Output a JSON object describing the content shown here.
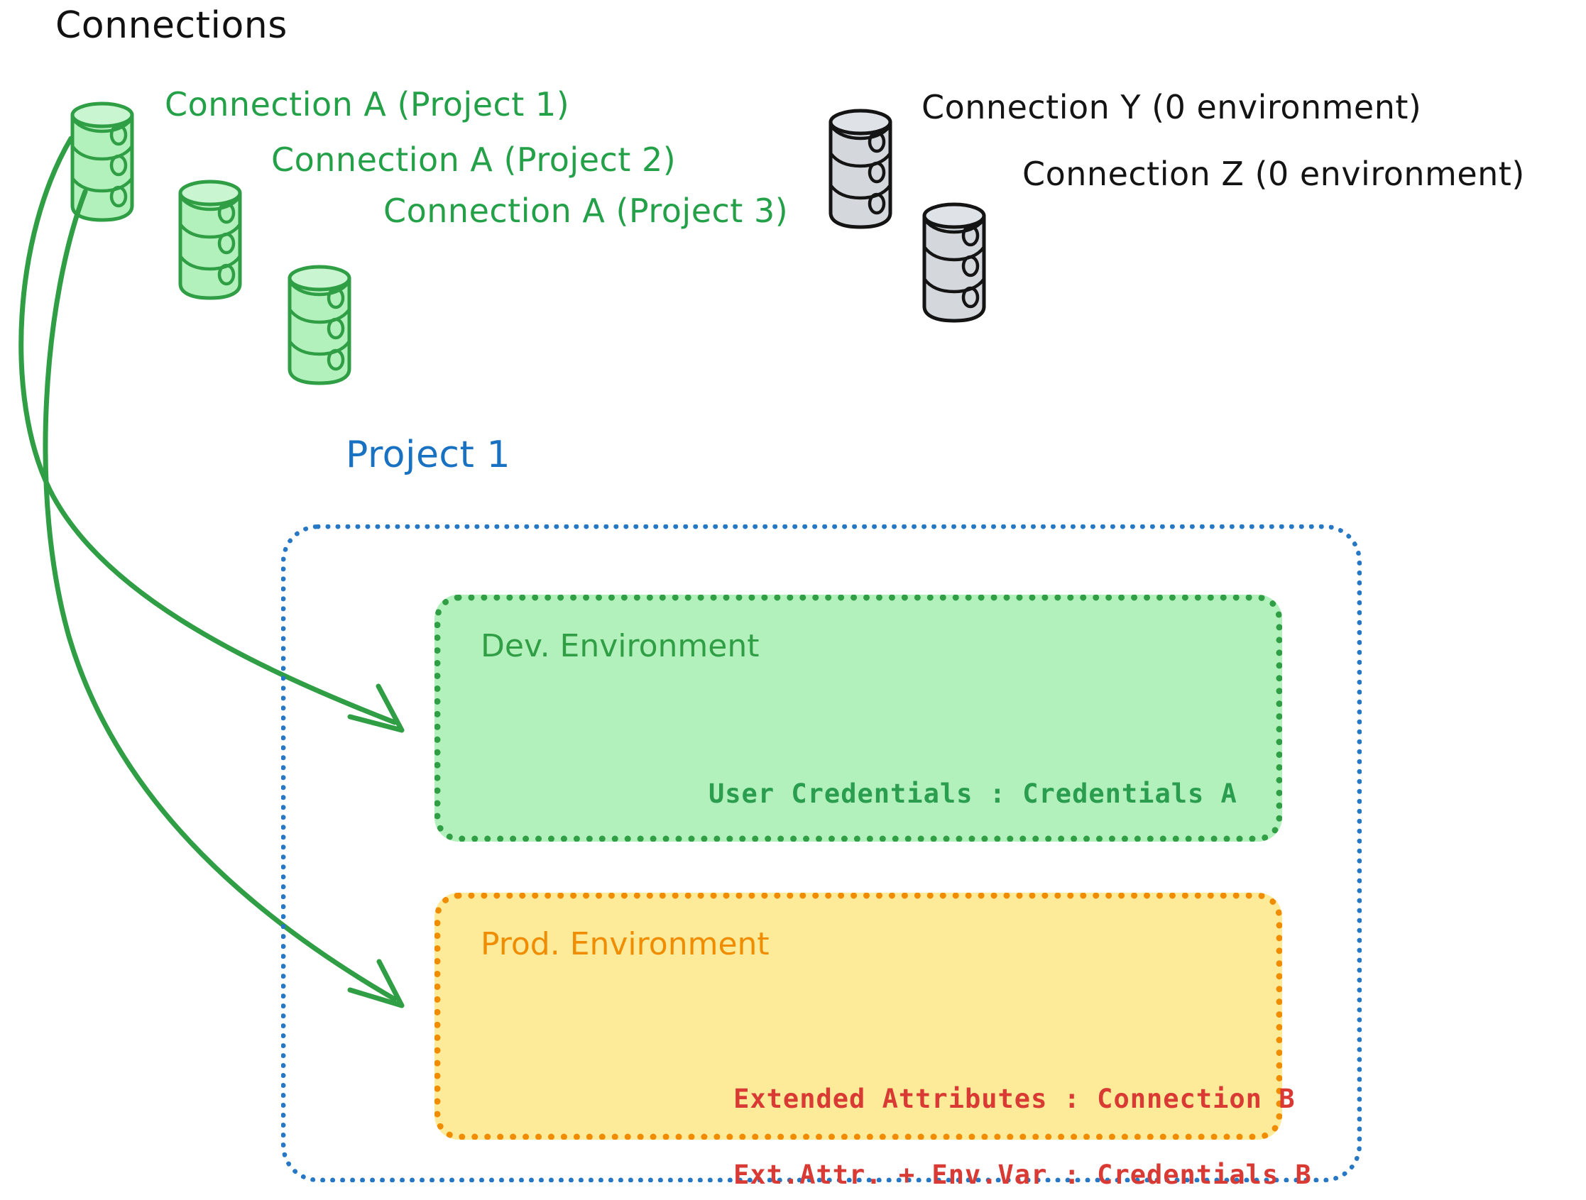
{
  "diagram": {
    "title": "Connections",
    "connections": {
      "green": [
        {
          "label": "Connection A (Project 1)",
          "icon": "database-cylinder-icon",
          "color": "#24a148"
        },
        {
          "label": "Connection A (Project 2)",
          "icon": "database-cylinder-icon",
          "color": "#24a148"
        },
        {
          "label": "Connection A (Project 3)",
          "icon": "database-cylinder-icon",
          "color": "#24a148"
        }
      ],
      "gray": [
        {
          "label": "Connection Y (0 environment)",
          "icon": "database-cylinder-icon",
          "color": "#141414"
        },
        {
          "label": "Connection Z (0 environment)",
          "icon": "database-cylinder-icon",
          "color": "#141414"
        }
      ]
    },
    "project": {
      "label": "Project 1",
      "color": "#1971c2",
      "environments": [
        {
          "name": "Dev. Environment",
          "title_color": "#2f9e44",
          "fill": "#b2f0bc",
          "border": "#2f9e44",
          "lines": [
            "User Credentials : Credentials A"
          ],
          "text_color": "#2a9d4f"
        },
        {
          "name": "Prod. Environment",
          "title_color": "#f08c00",
          "fill": "#fdeb9a",
          "border": "#f08c00",
          "lines": [
            "Extended Attributes : Connection B",
            "Ext.Attr. + Env.Var : Credentials B"
          ],
          "text_color": "#d93a33"
        }
      ]
    },
    "arrows": [
      {
        "from": "Connection A (Project 1)",
        "to": "Dev. Environment",
        "color": "#2f9e44"
      },
      {
        "from": "Connection A (Project 1)",
        "to": "Prod. Environment",
        "color": "#2f9e44"
      }
    ],
    "colors": {
      "green_accent": "#2f9e44",
      "green_fill": "#b2f0bc",
      "yellow_fill": "#fdeb9a",
      "orange_accent": "#f08c00",
      "blue_accent": "#2778c4",
      "red_text": "#d93a33",
      "gray_fill": "#d4d8dc",
      "black": "#141414"
    }
  }
}
